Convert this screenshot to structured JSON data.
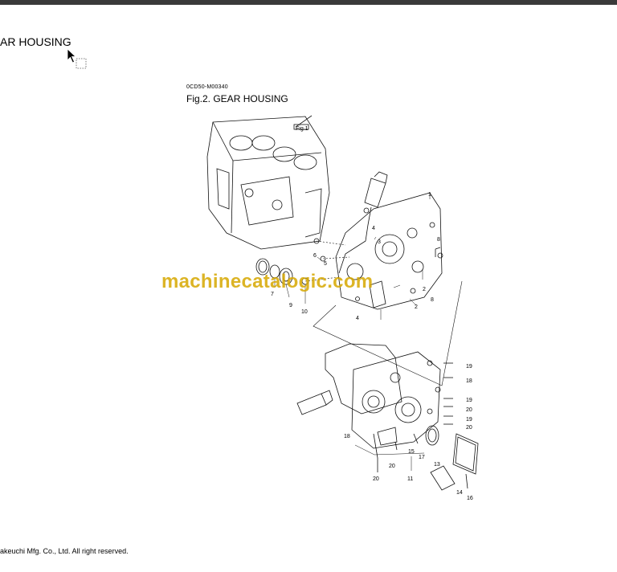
{
  "page": {
    "heading": "AR HOUSING",
    "doc_id": "0CD50-M00340",
    "figure_title": "Fig.2.  GEAR HOUSING",
    "watermark": "machinecatalogic.com",
    "copyright": "akeuchi Mfg. Co., Ltd. All right reserved."
  },
  "diagram": {
    "ref_label": "Fig.1",
    "callouts_top": [
      "1",
      "8",
      "2",
      "8",
      "2",
      "3",
      "4",
      "4",
      "5",
      "6",
      "7",
      "9",
      "10"
    ],
    "callouts_bottom": [
      "19",
      "18",
      "19",
      "20",
      "19",
      "20",
      "18",
      "15",
      "17",
      "13",
      "20",
      "11",
      "20",
      "14",
      "16"
    ]
  },
  "colors": {
    "topbar": "#3a3a3a",
    "watermark": "#d6a800"
  }
}
